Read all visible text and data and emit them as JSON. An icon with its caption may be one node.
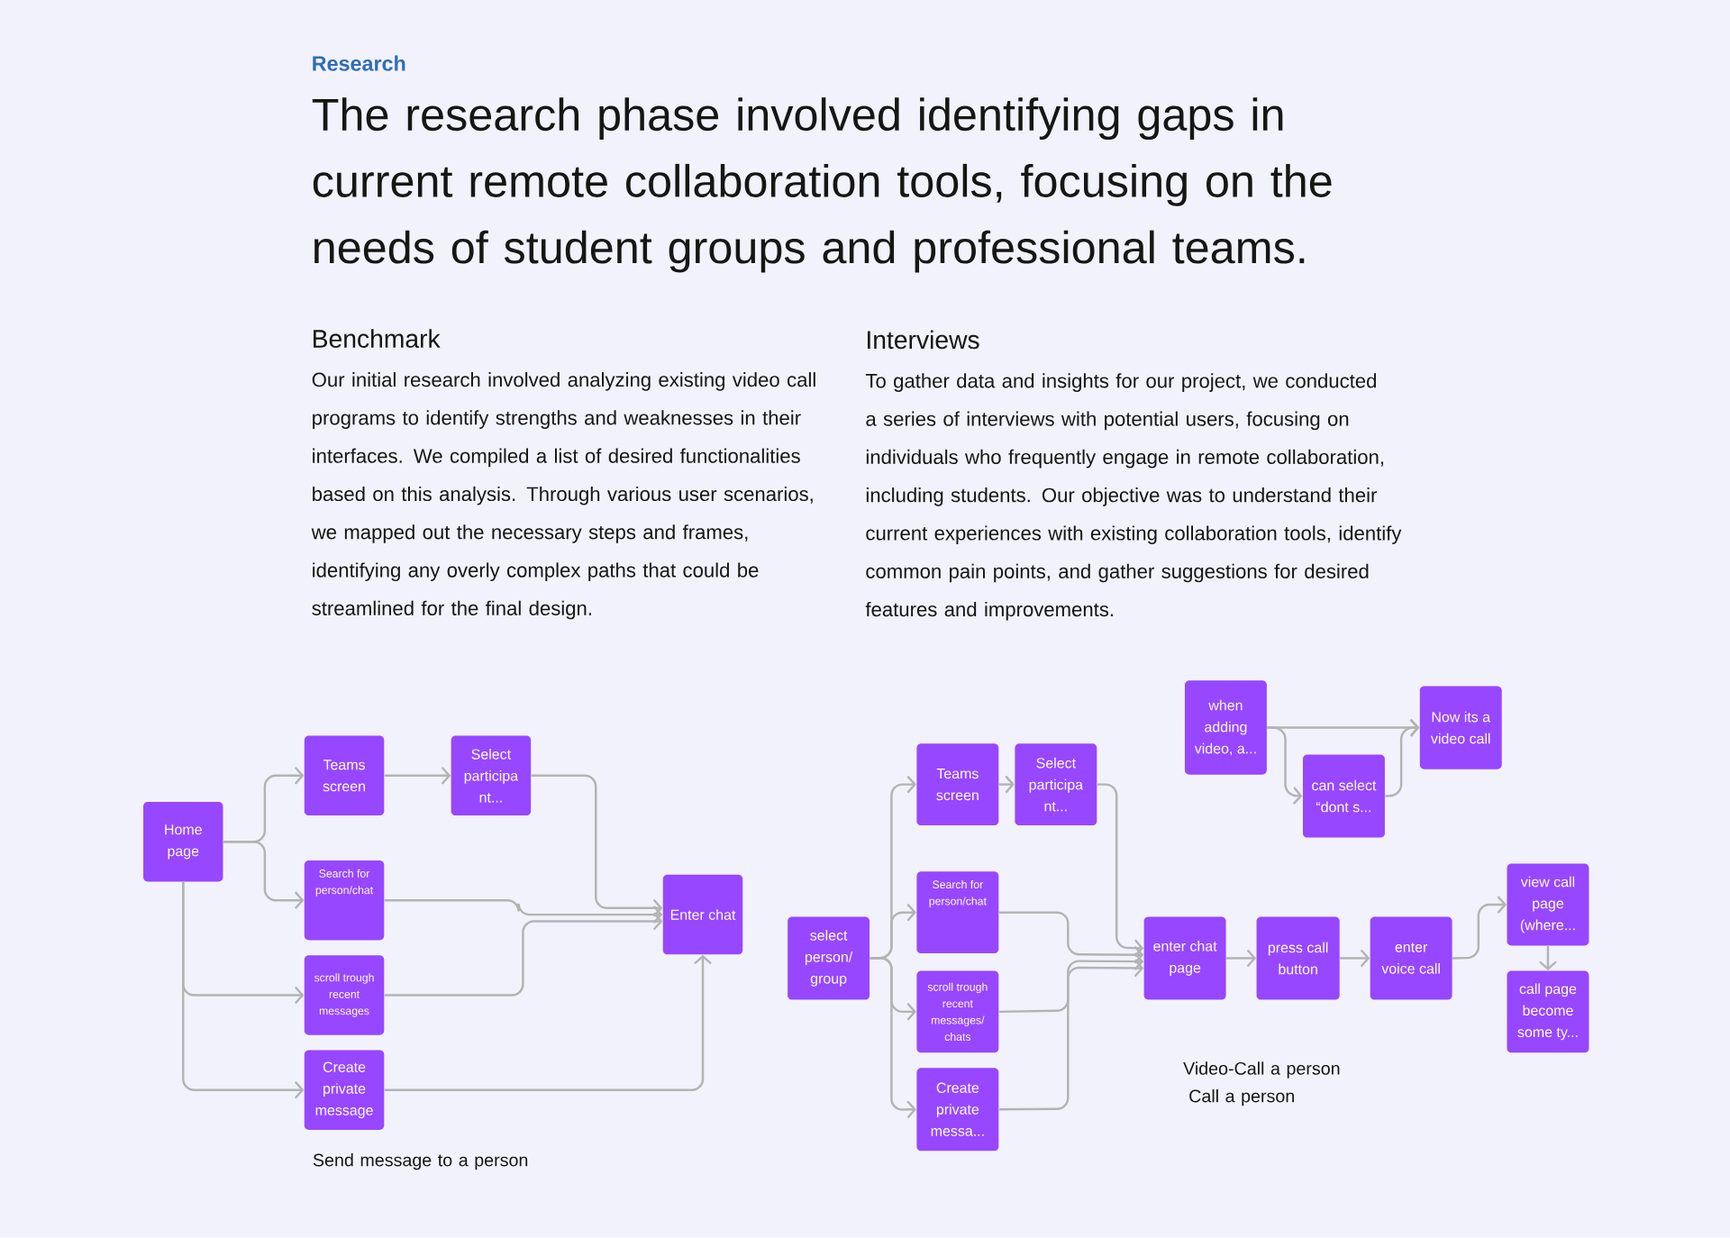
{
  "diagram": {
    "title": "The research phase involved identifying gaps in current remote collaboration tools, focusing on the needs of student groups and professional teams.",
    "nodes": [
      {
        "text": [
          "Home page"
        ]
      },
      {
        "text": [
          "Teams screen"
        ]
      },
      {
        "text": [
          "Select participa nt..."
        ]
      },
      {
        "text": [
          "Search for person/chat"
        ]
      },
      {
        "text": [
          "scroll trough recent messages"
        ]
      },
      {
        "text": [
          "Create private message"
        ]
      },
      {
        "text": [
          "Enter chat"
        ]
      },
      {
        "text": [
          "when adding video, a..."
        ]
      },
      {
        "text": [
          "can select “dont s..."
        ]
      },
      {
        "text": [
          "Now its a video call"
        ]
      },
      {
        "text": [
          "select person/ group"
        ]
      },
      {
        "text": [
          "Teams screen"
        ]
      },
      {
        "text": [
          "Select participa nt..."
        ]
      },
      {
        "text": [
          "Search for person/chat"
        ]
      },
      {
        "text": [
          "scroll trough recent messages/ chats"
        ]
      },
      {
        "text": [
          "Create private messa..."
        ]
      },
      {
        "text": [
          "enter chat page"
        ]
      },
      {
        "text": [
          "press call button"
        ]
      },
      {
        "text": [
          "enter voice call"
        ]
      },
      {
        "text": [
          "view call page (where..."
        ]
      },
      {
        "text": [
          "call page become some ty..."
        ]
      }
    ],
    "edges": [
      {
        "from": 0,
        "to": 1,
        "arrow": "to"
      },
      {
        "from": 0,
        "to": 3,
        "arrow": "to"
      },
      {
        "from": 0,
        "to": 4,
        "arrow": "to"
      },
      {
        "from": 0,
        "to": 5,
        "arrow": "to"
      },
      {
        "from": 1,
        "to": 2,
        "arrow": "to"
      },
      {
        "from": 2,
        "to": 6,
        "arrow": "to"
      },
      {
        "from": 3,
        "to": 6,
        "arrow": "to"
      },
      {
        "from": 4,
        "to": 6,
        "arrow": "to"
      },
      {
        "from": 5,
        "to": 6,
        "arrow": "to"
      },
      {
        "from": 7,
        "to": 9,
        "arrow": "to"
      },
      {
        "from": 7,
        "to": 8,
        "arrow": "to"
      },
      {
        "from": 8,
        "to": 9,
        "arrow": "to"
      },
      {
        "from": 10,
        "to": 11,
        "arrow": "to"
      },
      {
        "from": 10,
        "to": 13,
        "arrow": "to"
      },
      {
        "from": 10,
        "to": 14,
        "arrow": "to"
      },
      {
        "from": 10,
        "to": 15,
        "arrow": "to"
      },
      {
        "from": 11,
        "to": 12,
        "arrow": "to"
      },
      {
        "from": 12,
        "to": 16,
        "arrow": "to"
      },
      {
        "from": 13,
        "to": 16,
        "arrow": "to"
      },
      {
        "from": 14,
        "to": 16,
        "arrow": "to"
      },
      {
        "from": 15,
        "to": 16,
        "arrow": "to"
      },
      {
        "from": 16,
        "to": 17,
        "arrow": "to"
      },
      {
        "from": 17,
        "to": 18,
        "arrow": "to"
      },
      {
        "from": 18,
        "to": 19,
        "arrow": "to"
      },
      {
        "from": 19,
        "to": 20,
        "arrow": "to"
      }
    ],
    "labels": [
      "Research",
      "Benchmark",
      "Our initial research involved analyzing existing video call programs to identify strengths and weaknesses in their interfaces. We compiled a list of desired functionalities based on this analysis. Through various user scenarios, we mapped out the necessary steps and frames, identifying any overly complex paths that could be streamlined for the final design.",
      "Interviews",
      "To gather data and insights for our project, we conducted a series of interviews with potential users, focusing on individuals who frequently engage in remote collaboration, including students. Our objective was to understand their current experiences with existing collaboration tools, identify common pain points, and gather suggestions for desired features and improvements.",
      "Send message to a person",
      "Video-Call a person",
      "Call a person"
    ]
  }
}
